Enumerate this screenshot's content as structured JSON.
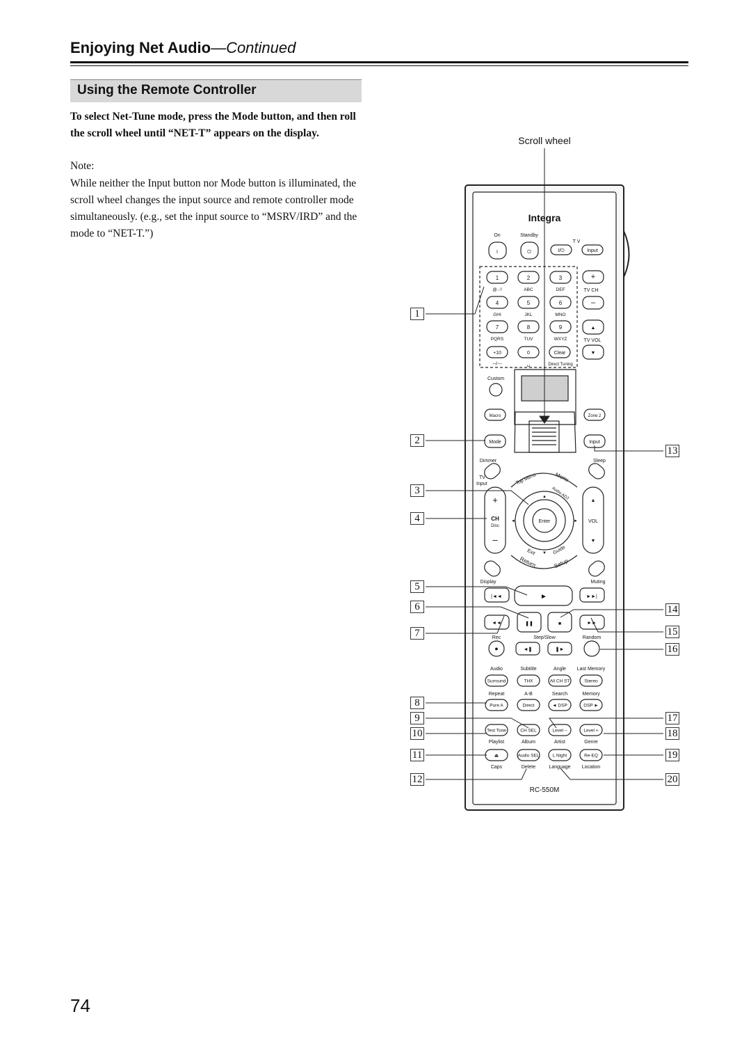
{
  "header": {
    "title": "Enjoying Net Audio",
    "continued": "—Continued"
  },
  "section": {
    "title": "Using the Remote Controller"
  },
  "instruction": "To select Net-Tune mode, press the Mode button, and then roll the scroll wheel until “NET-T” appears on the display.",
  "note": {
    "heading": "Note:",
    "body": "While neither the Input button nor Mode button is illuminated, the scroll wheel changes the input source and remote controller mode simultaneously. (e.g., set the input source to “MSRV/IRD” and the mode to “NET-T.”)"
  },
  "diagram": {
    "scroll_wheel_label": "Scroll wheel",
    "brand": "Integra",
    "model": "RC-550M",
    "labels": {
      "on": "On",
      "standby": "Standby",
      "tv": "T V",
      "input": "Input",
      "tv_ch": "TV CH",
      "tv_vol": "TV VOL",
      "plus10": "+10",
      "zero": "0",
      "clear": "Clear",
      "dashes": "--/---",
      "direct_tuning": "Direct Tuning",
      "custom": "Custom",
      "macro": "Macro",
      "zone2": "Zone 2",
      "mode": "Mode",
      "input2": "Input",
      "dimmer": "Dimmer",
      "sleep": "Sleep",
      "tv_input_tv": "TV",
      "tv_input_input": "Input",
      "top_menu": "Top Menu",
      "menu": "Menu",
      "audio_adj": "Audio ADJ",
      "ch": "CH",
      "disc": "Disc",
      "enter": "Enter",
      "vol": "VOL",
      "exit": "Exit",
      "guide": "Guide",
      "return": "Return",
      "setup": "Setup",
      "display": "Display",
      "muting": "Muting",
      "rec": "Rec",
      "step_slow": "Step/Slow",
      "random": "Random",
      "audio": "Audio",
      "subtitle": "Subtitle",
      "angle": "Angle",
      "last_memory": "Last Memory",
      "surround": "Surround",
      "thx": "THX",
      "all_ch_st": "All CH ST",
      "stereo": "Stereo",
      "repeat": "Repeat",
      "ab": "A-B",
      "search": "Search",
      "memory": "Memory",
      "pure_a": "Pure A",
      "direct": "Direct",
      "dsp_left": "◄ DSP",
      "dsp_right": "DSP ►",
      "test_tone": "Test Tone",
      "ch_sel": "CH SEL",
      "level_minus": "Level –",
      "level_plus": "Level +",
      "playlist": "Playlist",
      "album": "Album",
      "artist": "Artist",
      "genre": "Genre",
      "audio_sel": "Audio SEL",
      "l_night": "L Night",
      "re_eq": "Re-EQ",
      "caps": "Caps",
      "delete": "Delete",
      "language": "Language",
      "location": "Location"
    },
    "keypad": [
      {
        "num": "1",
        "sub": "@.-'/"
      },
      {
        "num": "2",
        "sub": "ABC"
      },
      {
        "num": "3",
        "sub": "DEF"
      },
      {
        "num": "4",
        "sub": "GHI"
      },
      {
        "num": "5",
        "sub": "JKL"
      },
      {
        "num": "6",
        "sub": "MNO"
      },
      {
        "num": "7",
        "sub": "PQRS"
      },
      {
        "num": "8",
        "sub": "TUV"
      },
      {
        "num": "9",
        "sub": "WXYZ"
      }
    ],
    "callouts": [
      "1",
      "2",
      "3",
      "4",
      "5",
      "6",
      "7",
      "8",
      "9",
      "10",
      "11",
      "12",
      "13",
      "14",
      "15",
      "16",
      "17",
      "18",
      "19",
      "20"
    ]
  },
  "page_number": "74"
}
